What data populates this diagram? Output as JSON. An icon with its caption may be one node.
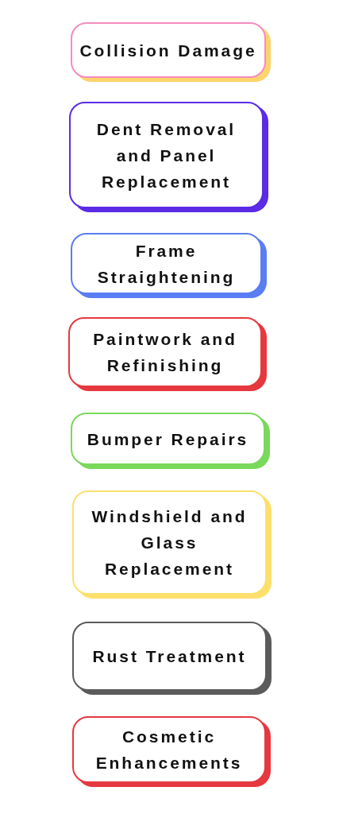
{
  "diagram": {
    "nodes": [
      {
        "text": [
          "Collision Damage"
        ]
      },
      {
        "text": [
          "Dent Removal and Panel Replacement"
        ]
      },
      {
        "text": [
          "Frame Straightening"
        ]
      },
      {
        "text": [
          "Paintwork and Refinishing"
        ]
      },
      {
        "text": [
          "Bumper Repairs"
        ]
      },
      {
        "text": [
          "Windshield and Glass Replacement"
        ]
      },
      {
        "text": [
          "Rust Treatment"
        ]
      },
      {
        "text": [
          "Cosmetic Enhancements"
        ]
      }
    ]
  }
}
